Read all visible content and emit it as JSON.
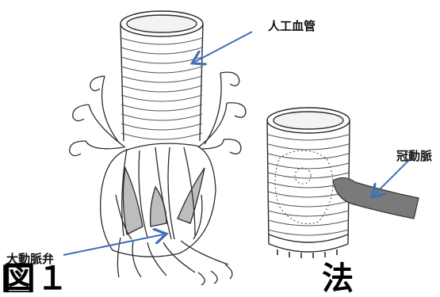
{
  "labels": {
    "graft": "人工血管",
    "coronary": "冠動脈",
    "aortic_valve": "大動脈弁"
  },
  "figure_caption": "図１",
  "caption_tail": "法",
  "colors": {
    "line": "#2b2b2b",
    "arrow": "#3f6fb5",
    "leaflet": "#bdbdbd",
    "coronary": "#7a7a7a"
  }
}
